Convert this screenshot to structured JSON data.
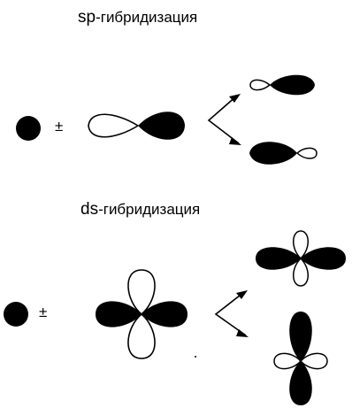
{
  "sections": [
    {
      "title_prefix": "sp",
      "title_suffix": "-гибридизация",
      "operator": "±"
    },
    {
      "title_prefix": "ds",
      "title_suffix": "-гибридизация",
      "operator": "±"
    }
  ],
  "colors": {
    "fill": "#000000",
    "background": "#ffffff"
  }
}
